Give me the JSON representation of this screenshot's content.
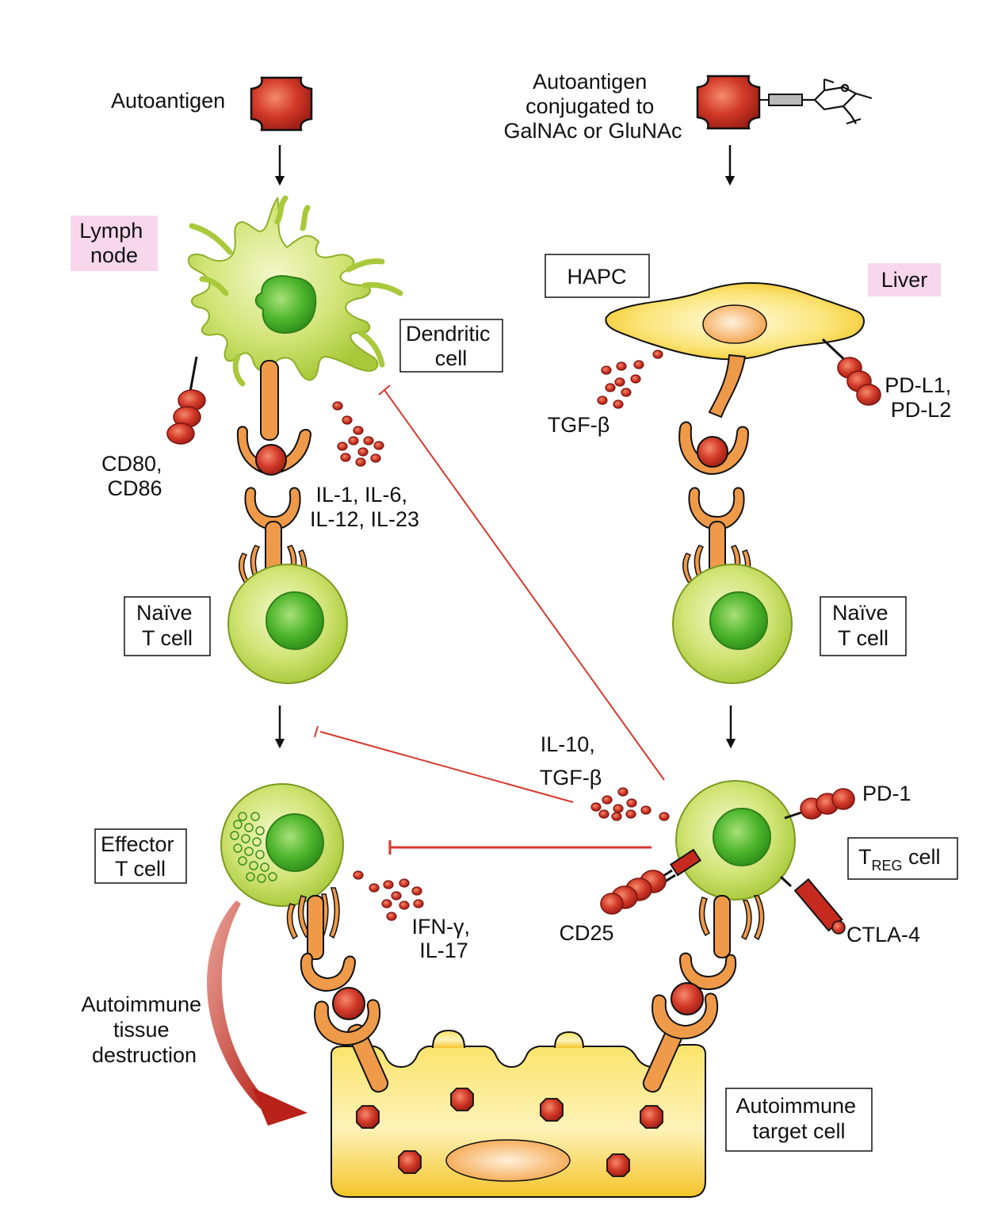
{
  "colors": {
    "antigen_red": "#c62a1f",
    "cell_green": "#c5de55",
    "nucleus_green": "#3fae22",
    "receptor_orange": "#ef9a49",
    "inhibit_red": "#d8382c",
    "liver_yellow": "#f6cf2a",
    "tissue_pink": "#f8d7ec"
  },
  "labels": {
    "autoantigen": "Autoantigen",
    "conjugated": [
      "Autoantigen",
      "conjugated to",
      "GalNAc or GluNAc"
    ],
    "lymph_node": [
      "Lymph",
      "node"
    ],
    "liver": "Liver",
    "hapc": "HAPC",
    "dendritic_cell": [
      "Dendritic",
      "cell"
    ],
    "cd80_cd86": [
      "CD80,",
      "CD86"
    ],
    "il_cytokines": [
      "IL-1, IL-6,",
      "IL-12, IL-23"
    ],
    "tgf_beta_liver": "TGF-β",
    "pd_l": [
      "PD-L1,",
      "PD-L2"
    ],
    "naive_t_cell": [
      "Naïve",
      "T cell"
    ],
    "il10_tgf": [
      "IL-10,",
      "TGF-β"
    ],
    "pd1": "PD-1",
    "treg_main": "T",
    "treg_sub": "REG",
    "treg_suffix": " cell",
    "effector_t_cell": [
      "Effector",
      "T cell"
    ],
    "ifn_il17": [
      "IFN-γ,",
      "IL-17"
    ],
    "cd25": "CD25",
    "ctla4": "CTLA-4",
    "autoimmune_destruction": [
      "Autoimmune",
      "tissue",
      "destruction"
    ],
    "target_cell": [
      "Autoimmune",
      "target cell"
    ]
  }
}
